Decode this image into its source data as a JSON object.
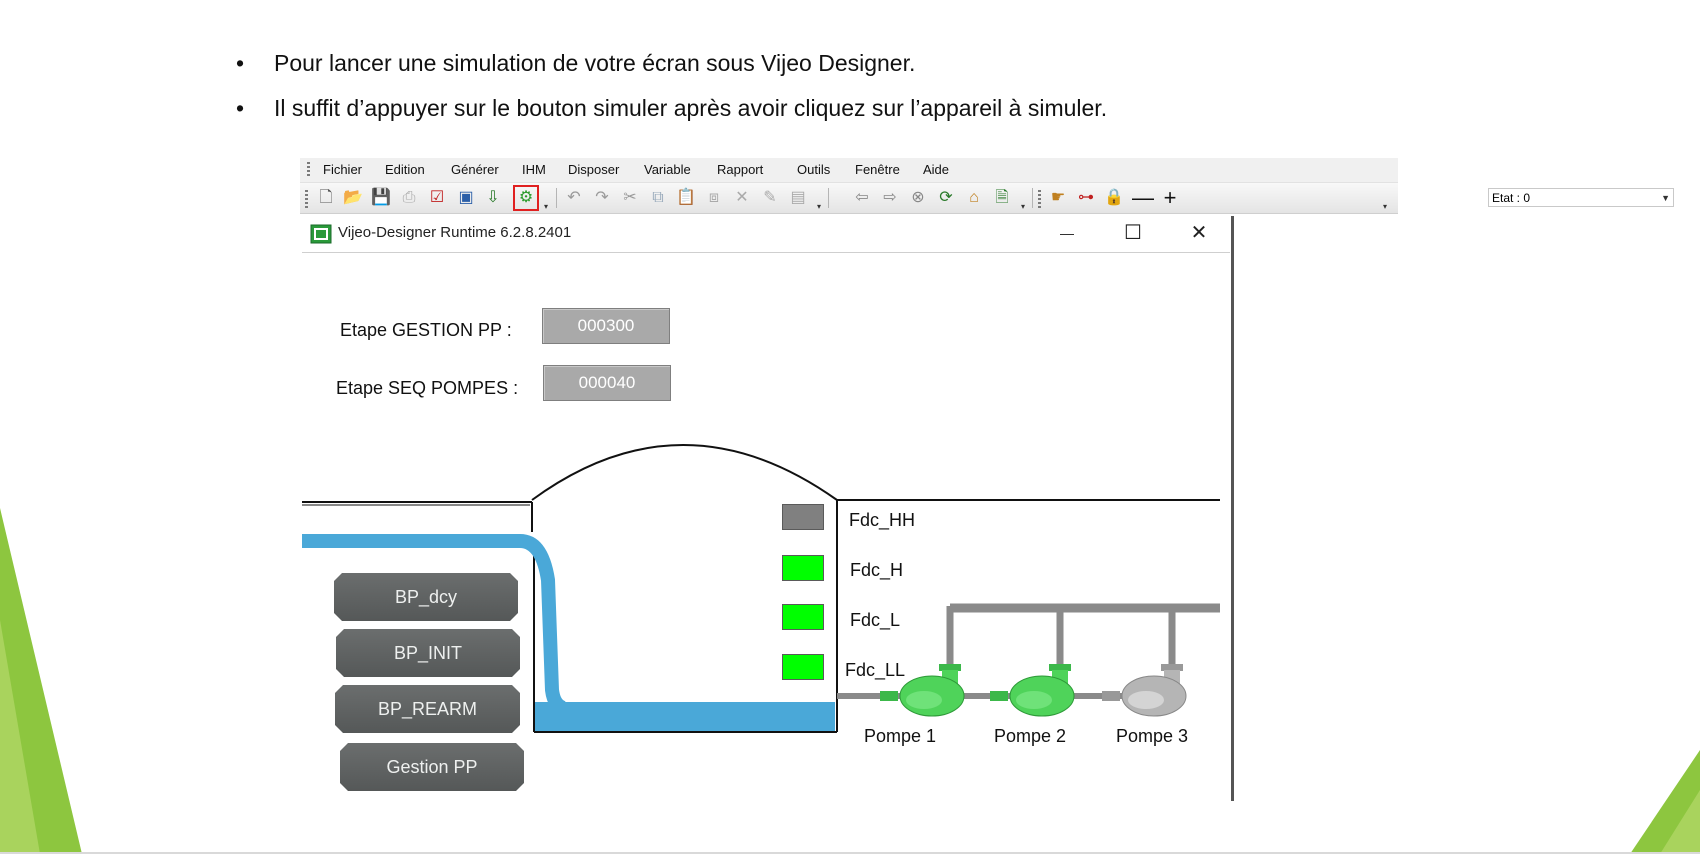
{
  "bullets": [
    "Pour lancer une simulation de votre écran sous Vijeo Designer.",
    "Il suffit d’appuyer sur le bouton simuler après avoir cliquez sur l’appareil à simuler."
  ],
  "bullet_symbol": "•",
  "menu": [
    "Fichier",
    "Edition",
    "Générer",
    "IHM",
    "Disposer",
    "Variable",
    "Rapport",
    "Outils",
    "Fenêtre",
    "Aide"
  ],
  "toolbar": {
    "etat_label": "Etat : 0",
    "icons": [
      "new-file-icon",
      "open-folder-icon",
      "save-icon",
      "print-icon",
      "check-icon",
      "validate-icon",
      "download-icon",
      "simulate-icon",
      "undo-icon",
      "redo-icon",
      "cut-icon",
      "copy-icon",
      "paste-icon",
      "paste-special-icon",
      "delete-icon",
      "format-icon",
      "properties-icon",
      "back-icon",
      "forward-icon",
      "stop-icon",
      "refresh-icon",
      "home-icon",
      "document-icon",
      "hand-icon",
      "slider-icon",
      "lock-icon",
      "minus-icon",
      "plus-icon"
    ]
  },
  "runtime": {
    "title": "Vijeo-Designer Runtime 6.2.8.2401",
    "minimize": "—",
    "maximize": "☐",
    "close": "✕"
  },
  "hmi": {
    "etape_gestion_label": "Etape GESTION PP :",
    "etape_gestion_value": "000300",
    "etape_seq_label": "Etape SEQ POMPES :",
    "etape_seq_value": "000040",
    "buttons": [
      "BP_dcy",
      "BP_INIT",
      "BP_REARM",
      "Gestion PP"
    ],
    "indicators": [
      {
        "label": "Fdc_HH",
        "state": "off",
        "color": "#808080"
      },
      {
        "label": "Fdc_H",
        "state": "on",
        "color": "#00ff00"
      },
      {
        "label": "Fdc_L",
        "state": "on",
        "color": "#00ff00"
      },
      {
        "label": "Fdc_LL",
        "state": "on",
        "color": "#00ff00"
      }
    ],
    "pumps": [
      {
        "label": "Pompe 1",
        "state": "on",
        "color": "#4fd35a"
      },
      {
        "label": "Pompe 2",
        "state": "on",
        "color": "#4fd35a"
      },
      {
        "label": "Pompe 3",
        "state": "off",
        "color": "#a8a8a8"
      }
    ]
  },
  "colors": {
    "slide_green": "#8dc63f",
    "water_blue": "#4aa8d8",
    "highlight_red": "#e02020",
    "pipe_gray": "#8a8a8a"
  }
}
